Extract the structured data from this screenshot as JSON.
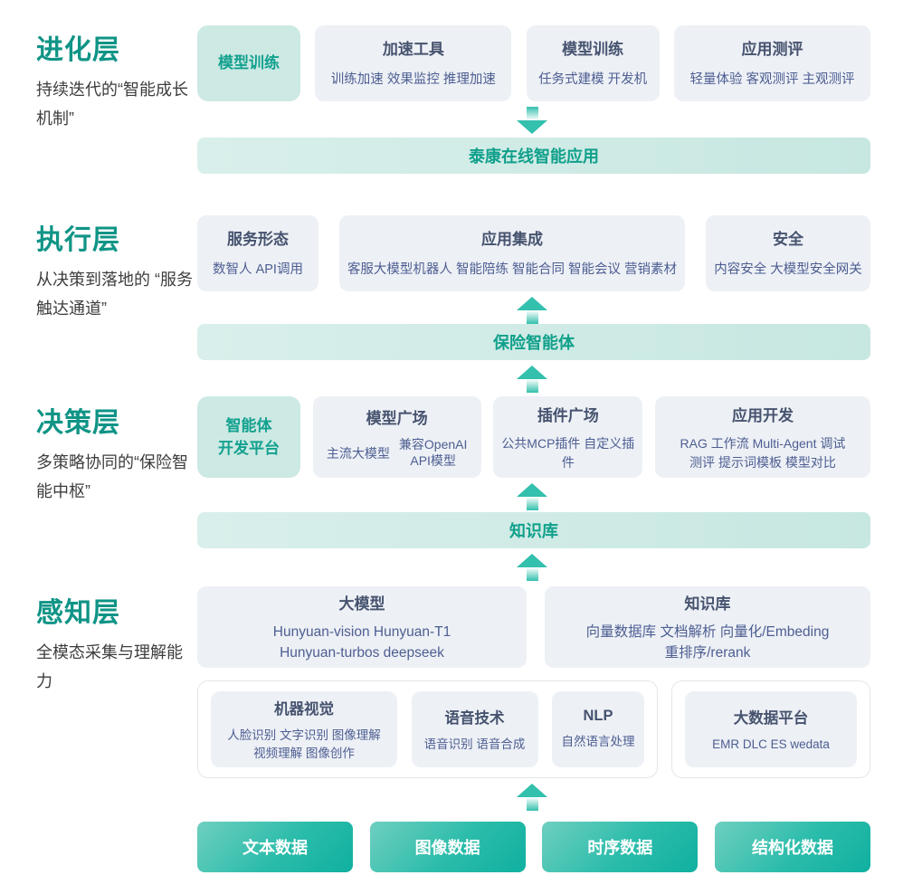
{
  "colors": {
    "accent_green": "#0f9486",
    "teal_box_bg": "#cde9e4",
    "teal_box_text": "#13a18f",
    "gray_box_bg": "#edf0f5",
    "box_title": "#46536f",
    "box_subtitle": "#4d5e92",
    "banner_bg_start": "#d9efeb",
    "banner_bg_end": "#c7e7e1",
    "banner_text": "#10a08b",
    "arrow": "#33c0ad",
    "data_button_gradient_start": "#6fcfc0",
    "data_button_gradient_end": "#10b0a0"
  },
  "evolution": {
    "title": "进化层",
    "subtitle": "持续迭代的“智能成长机制”",
    "highlight": "模型训练",
    "boxes": [
      {
        "title": "加速工具",
        "sub": "训练加速 效果监控 推理加速"
      },
      {
        "title": "模型训练",
        "sub": "任务式建模 开发机"
      },
      {
        "title": "应用测评",
        "sub": "轻量体验 客观测评 主观测评"
      }
    ]
  },
  "banners": {
    "app": "泰康在线智能应用",
    "agent": "保险智能体",
    "knowledge": "知识库"
  },
  "execution": {
    "title": "执行层",
    "subtitle": "从决策到落地的 “服务触达通道”",
    "boxes": [
      {
        "title": "服务形态",
        "sub": "数智人  API调用"
      },
      {
        "title": "应用集成",
        "sub": "客服大模型机器人  智能陪练 智能合同 智能会议 营销素材"
      },
      {
        "title": "安全",
        "sub": "内容安全 大模型安全网关"
      }
    ]
  },
  "decision": {
    "title": "决策层",
    "subtitle": "多策略协同的“保险智能中枢”",
    "highlight_line1": "智能体",
    "highlight_line2": "开发平台",
    "model_plaza": {
      "title": "模型广场",
      "sub_left": "主流大模型",
      "sub_right_line1": "兼容OpenAI",
      "sub_right_line2": "API模型"
    },
    "plugin_plaza": {
      "title": "插件广场",
      "sub": "公共MCP插件 自定义插件"
    },
    "app_dev": {
      "title": "应用开发",
      "line1": "RAG 工作流 Multi-Agent 调试",
      "line2": "测评 提示词模板 模型对比"
    }
  },
  "perception": {
    "title": "感知层",
    "subtitle": "全模态采集与理解能力",
    "llm": {
      "title": "大模型",
      "line1": "Hunyuan-vision Hunyuan-T1",
      "line2": "Hunyuan-turbos deepseek"
    },
    "kb": {
      "title": "知识库",
      "line1": "向量数据库  文档解析 向量化/Embeding",
      "line2": "重排序/rerank"
    },
    "cv": {
      "title": "机器视觉",
      "line1": "人脸识别 文字识别 图像理解",
      "line2": "视频理解 图像创作"
    },
    "speech": {
      "title": "语音技术",
      "sub": "语音识别 语音合成"
    },
    "nlp": {
      "title": "NLP",
      "sub": "自然语言处理"
    },
    "bigdata": {
      "title": "大数据平台",
      "sub": "EMR DLC ES wedata"
    }
  },
  "data_row": {
    "items": [
      "文本数据",
      "图像数据",
      "时序数据",
      "结构化数据"
    ]
  }
}
